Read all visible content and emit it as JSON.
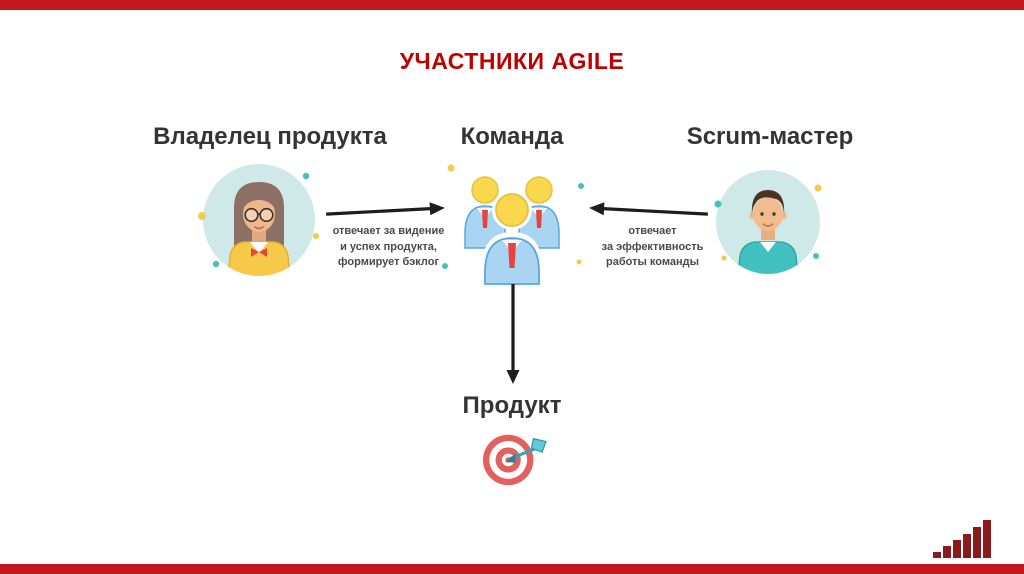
{
  "slide": {
    "title": "УЧАСТНИКИ AGILE"
  },
  "roles": {
    "product_owner": {
      "label": "Владелец продукта",
      "description_lines": [
        "отвечает за видение",
        "и успех продукта,",
        "формирует бэклог"
      ],
      "icon": "woman-avatar-icon"
    },
    "team": {
      "label": "Команда",
      "icon": "team-icon"
    },
    "scrum_master": {
      "label": "Scrum-мастер",
      "description_lines": [
        "отвечает",
        "за эффективность",
        "работы команды"
      ],
      "icon": "man-avatar-icon"
    }
  },
  "product": {
    "label": "Продукт",
    "icon": "target-icon"
  },
  "footer": {
    "logo_icon": "bar-chart-logo-icon"
  },
  "colors": {
    "accent_bar": "#c4161c",
    "title": "#c00000",
    "label_text": "#343434",
    "description_text": "#4a4a4a",
    "avatar_bg": "#cfe9e9",
    "team_body_blue": "#aad5f2",
    "team_outline_blue": "#58a8dc",
    "tie_red": "#e8433f",
    "head_yellow": "#fbd74e",
    "shirt_teal": "#41c1bf",
    "top_yellow": "#f6c94a",
    "target_red": "#e2615e",
    "dart_teal": "#49c0c0",
    "logo_maroon": "#8a1b1d",
    "arrow_black": "#1d1d1d"
  }
}
